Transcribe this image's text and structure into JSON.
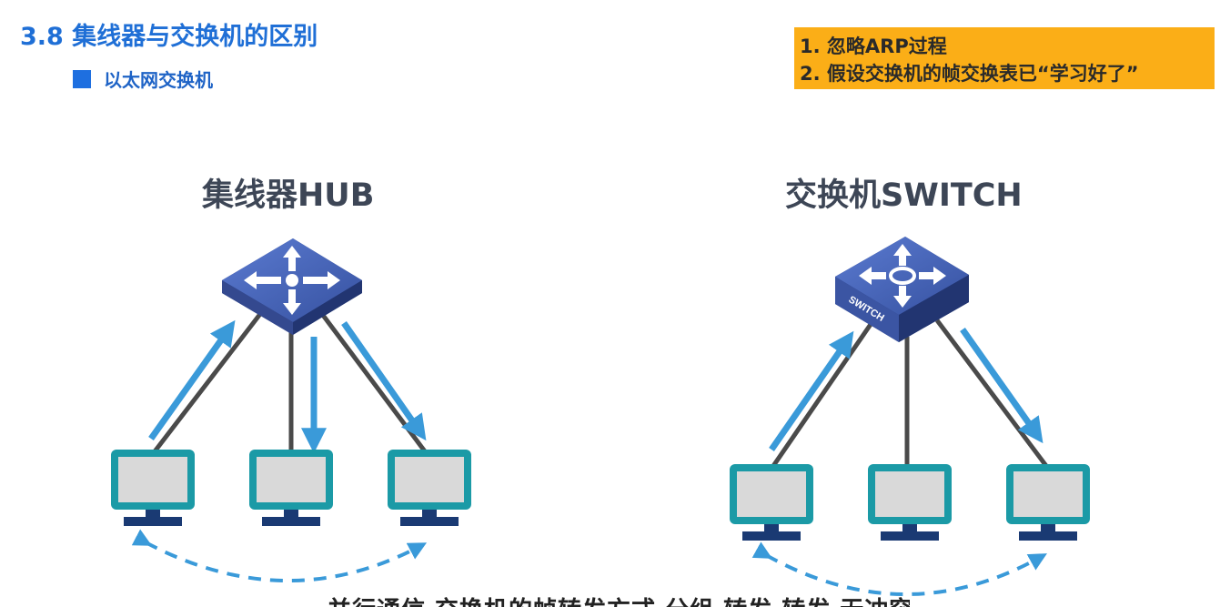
{
  "slide": {
    "title": "3.8 集线器与交换机的区别",
    "section_label": "以太网交换机"
  },
  "note": {
    "lines": [
      "1. 忽略ARP过程",
      "2. 假设交换机的帧交换表已“学习好了”"
    ]
  },
  "hub": {
    "title": "集线器HUB"
  },
  "switch": {
    "title": "交换机SWITCH",
    "device_label": "SWITCH"
  },
  "subtitle": {
    "text": "并行通信  交换机的帧转发方式 分组 转发 转发 无冲突 转发 高效"
  },
  "colors": {
    "title_blue": "#1f6fd6",
    "note_bg": "#fbae17",
    "device_blue": "#3d5aa8",
    "arrow_blue": "#3a9ad9",
    "monitor_teal": "#1b9aa6",
    "cable_gray": "#4a4a4a"
  }
}
